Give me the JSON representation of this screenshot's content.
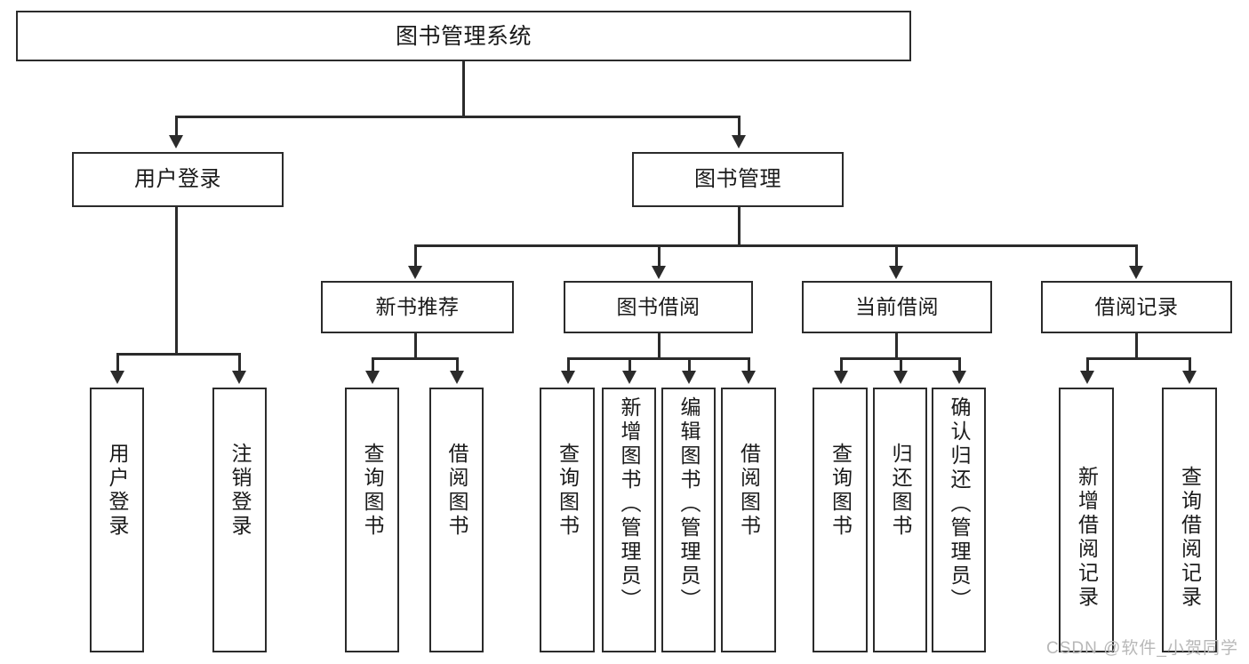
{
  "diagram": {
    "title": "图书管理系统",
    "type": "hierarchy-tree",
    "root": {
      "label": "图书管理系统"
    },
    "level2": [
      {
        "label": "用户登录"
      },
      {
        "label": "图书管理"
      }
    ],
    "level3": [
      {
        "label": "新书推荐"
      },
      {
        "label": "图书借阅"
      },
      {
        "label": "当前借阅"
      },
      {
        "label": "借阅记录"
      }
    ],
    "leaves": {
      "user_login": [
        {
          "label": "用户登录"
        },
        {
          "label": "注销登录"
        }
      ],
      "new_book_recommend": [
        {
          "label": "查询图书"
        },
        {
          "label": "借阅图书"
        }
      ],
      "book_borrow": [
        {
          "label": "查询图书"
        },
        {
          "label": "新增图书（管理员）"
        },
        {
          "label": "编辑图书（管理员）"
        },
        {
          "label": "借阅图书"
        }
      ],
      "current_borrow": [
        {
          "label": "查询图书"
        },
        {
          "label": "归还图书"
        },
        {
          "label": "确认归还（管理员）"
        }
      ],
      "borrow_record": [
        {
          "label": "新增借阅记录"
        },
        {
          "label": "查询借阅记录"
        }
      ]
    }
  },
  "watermark": {
    "text": "CSDN @软件_小贺同学"
  },
  "colors": {
    "stroke": "#2b2b2b",
    "background": "#ffffff",
    "text": "#1a1a1a",
    "watermark": "#b8b8b8"
  }
}
